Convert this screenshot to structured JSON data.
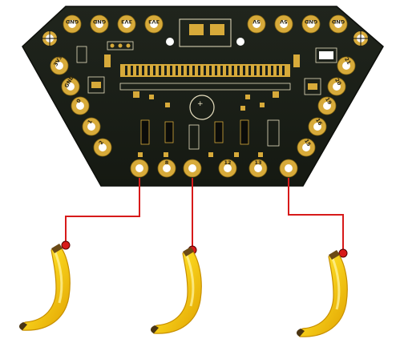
{
  "board": {
    "top_pads": [
      "GND",
      "GND",
      "3V3",
      "3V3",
      "5V",
      "5V",
      "GND",
      "GND"
    ],
    "left_pads": [
      "3V3",
      "GND",
      "0",
      "1",
      "2"
    ],
    "right_pads": [
      "21",
      "20",
      "19",
      "16",
      "15"
    ],
    "bottom_pads": [
      "",
      "8",
      "",
      "12",
      "13",
      ""
    ]
  },
  "colors": {
    "pcb": "#1b1f19",
    "gold": "#d7aa3a",
    "wire": "#d71a1a",
    "banana": "#f7d21a"
  }
}
